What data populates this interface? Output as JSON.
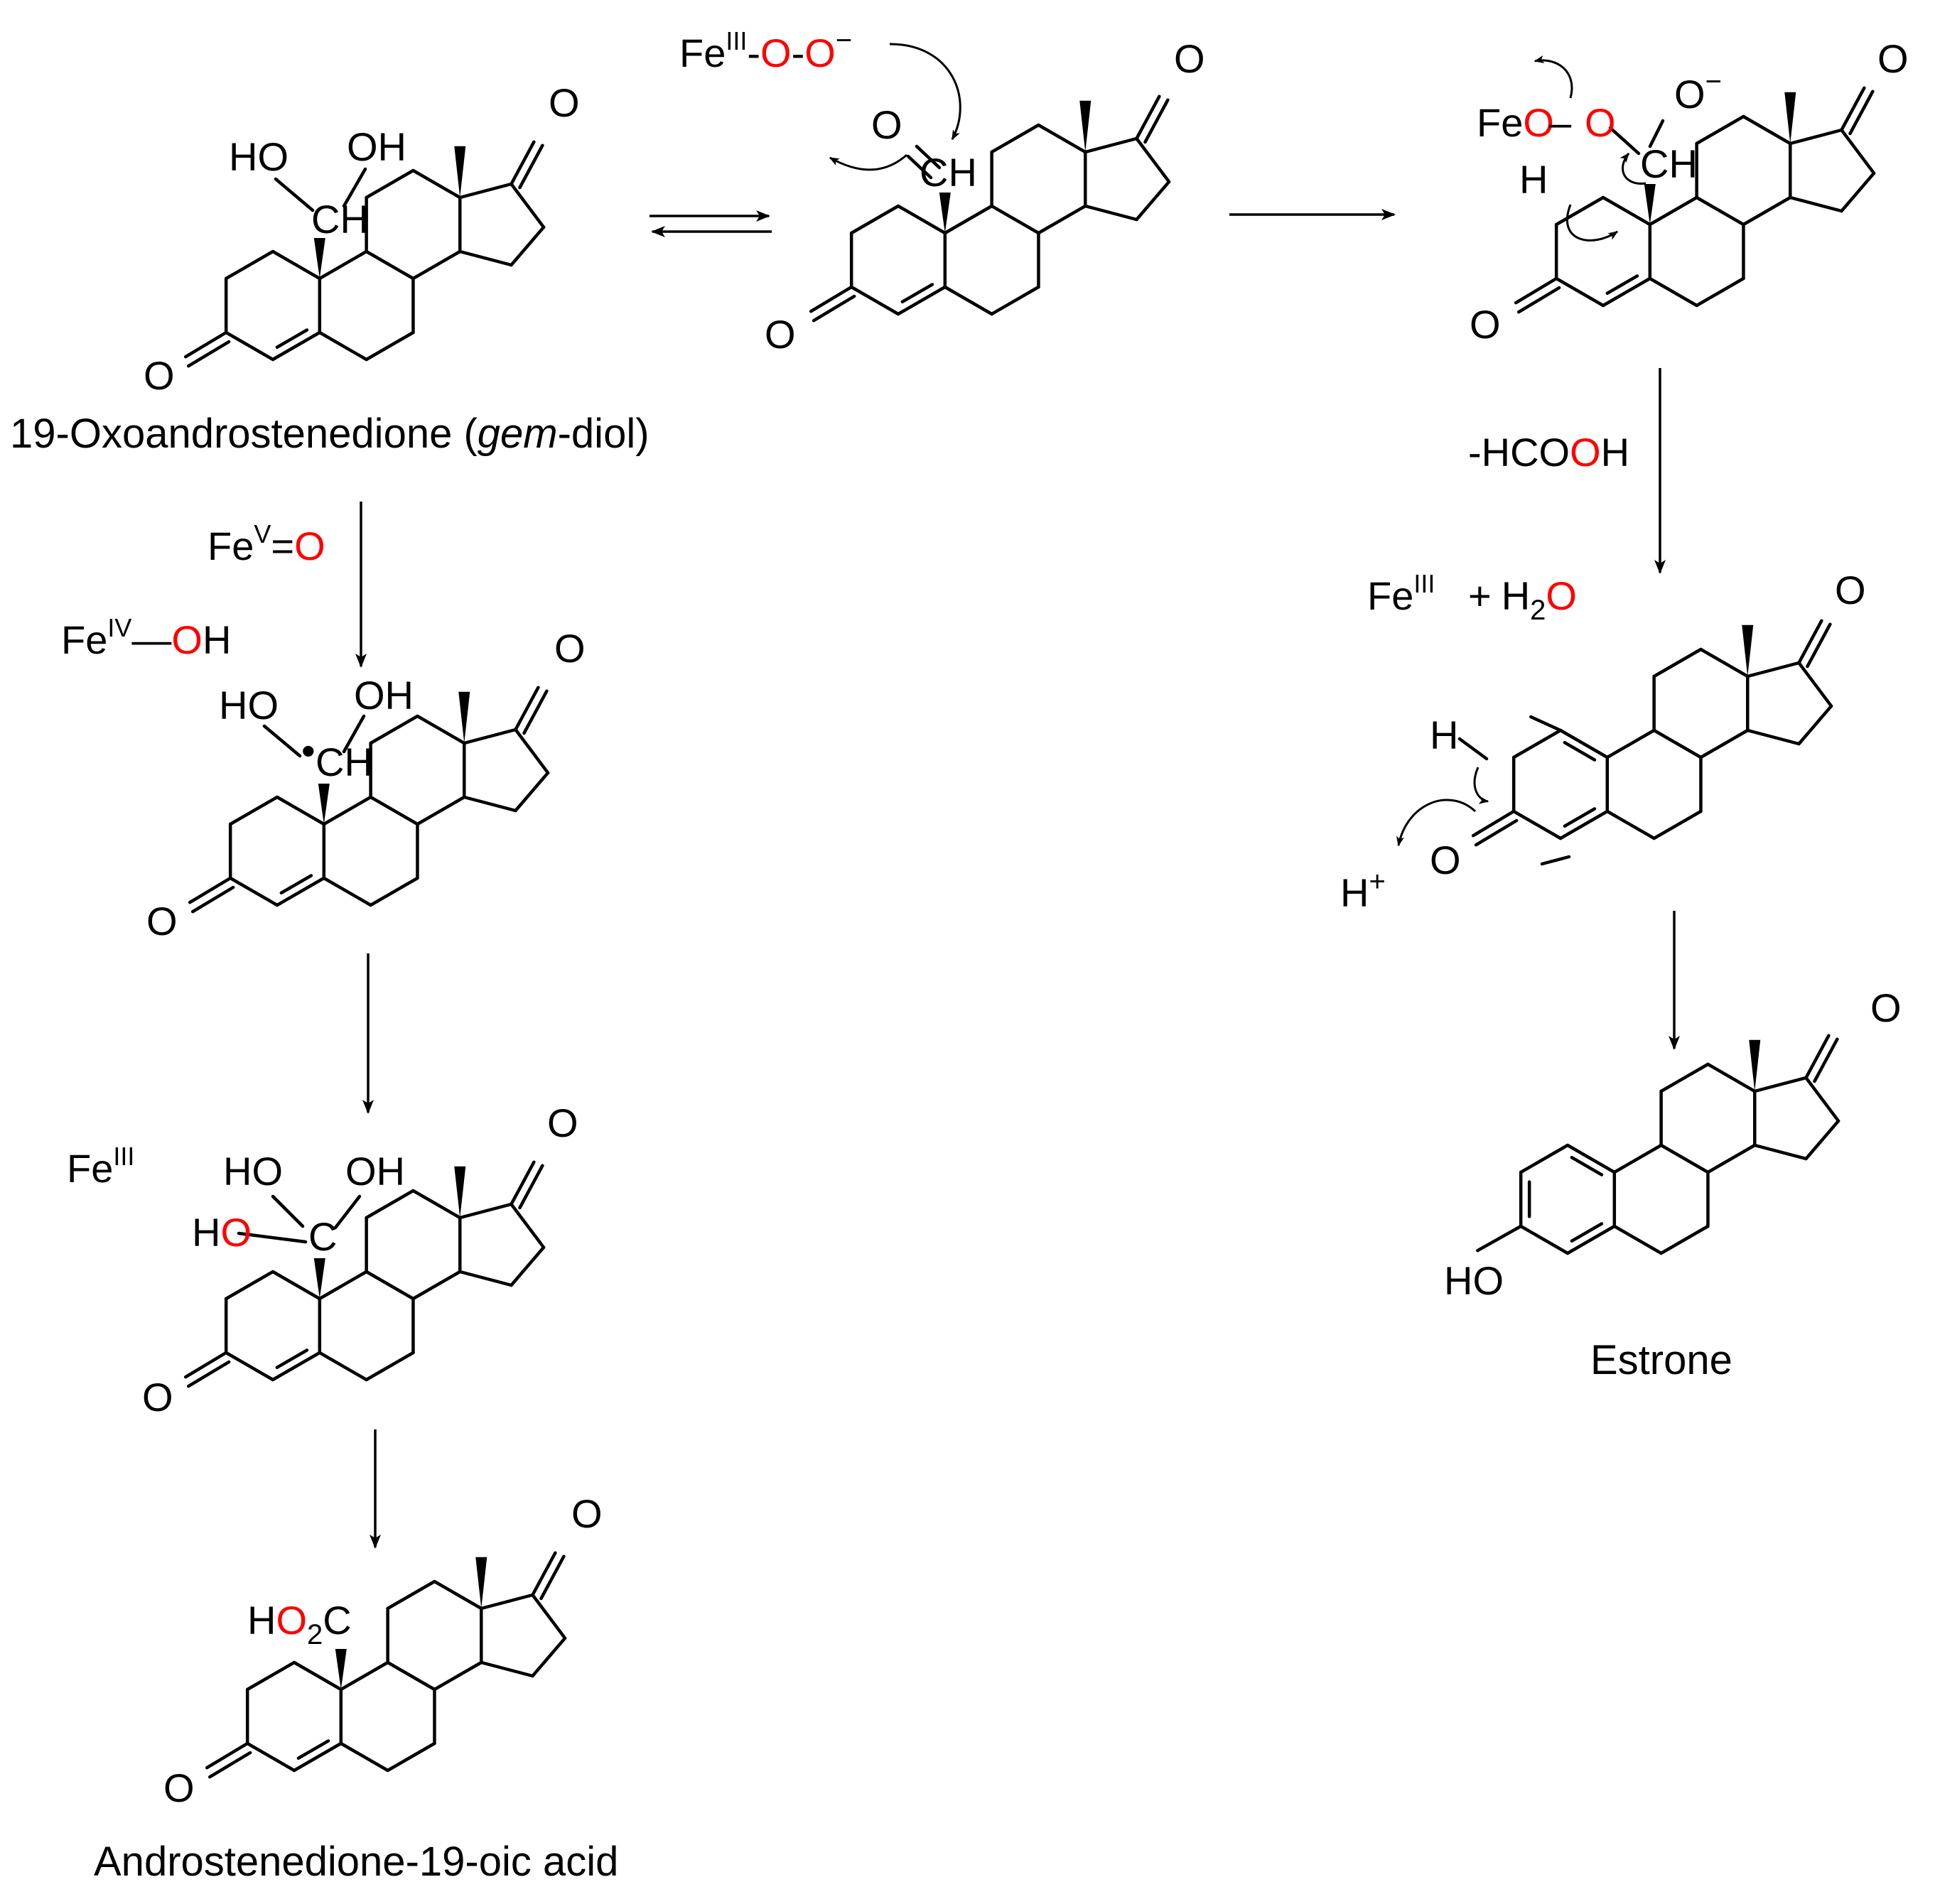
{
  "colors": {
    "ink": "#000000",
    "highlight_oxygen": "#ff0000",
    "background": "#ffffff"
  },
  "captions": {
    "gem_diol": {
      "main": "19-Oxoandrostenedione (",
      "italic": "gem",
      "tail": "-diol)"
    },
    "acid": "Androstenedione-19-oic acid",
    "estrone": "Estrone"
  },
  "reagents": {
    "fe_peroxo": {
      "fe": "Fe",
      "sup": "III",
      "dash": "-",
      "o1": "O",
      "dash2": "-",
      "o2": "O",
      "charge": "−"
    },
    "fe_oxo": {
      "fe": "Fe",
      "sup": "V",
      "eq": "=",
      "o": "O"
    },
    "fe_hydroxo": {
      "fe": "Fe",
      "sup": "IV",
      "bond": "—",
      "o": "O",
      "h": "H"
    },
    "fe_iii_left": {
      "fe": "Fe",
      "sup": "III"
    },
    "fe_iii_right": {
      "fe": "Fe",
      "sup": "III"
    },
    "water": {
      "plus": "+",
      "h": "H",
      "sub": "2",
      "o": "O"
    },
    "formic_acid": {
      "prefix": "-HCO",
      "o": "O",
      "h": "H"
    },
    "proton": {
      "h": "H",
      "charge": "+"
    }
  },
  "atom_labels": {
    "HO": "HO",
    "OH": "OH",
    "O": "O",
    "CH": "CH",
    "C": "C",
    "H": "H",
    "H_red": "H",
    "O_red": "O",
    "HO2C_pre": "H",
    "HO2C_o": "O",
    "HO2C_sub": "2",
    "HO2C_c": "C",
    "Fe": "Fe",
    "O_minus": "O",
    "minus": "−",
    "radical_dot": "•"
  }
}
